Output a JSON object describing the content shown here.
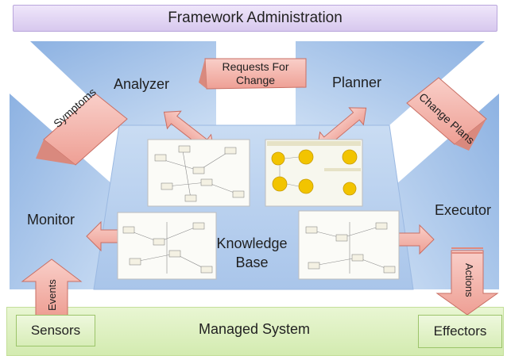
{
  "header": {
    "title": "Framework Administration"
  },
  "quadrants": {
    "analyzer": "Analyzer",
    "planner": "Planner",
    "monitor": "Monitor",
    "executor": "Executor",
    "knowledge": "Knowledge\nBase"
  },
  "flows": {
    "requests_for_change": "Requests For\nChange",
    "symptoms": "Symptoms",
    "change_plans": "Change Plans",
    "events": "Events",
    "actions": "Actions"
  },
  "bottom": {
    "managed_system": "Managed System",
    "sensors": "Sensors",
    "effectors": "Effectors"
  },
  "colors": {
    "blue_dark": "#8fb4e3",
    "blue_light": "#cfe0f5",
    "callout_fill": "#f6c3c3",
    "callout_stroke": "#c85a5a",
    "arrow_fill": "#f3b6ad",
    "green_fill": "#dff0c4",
    "purple_fill": "#e3d6f3",
    "thumb_yellow": "#f2c400"
  }
}
